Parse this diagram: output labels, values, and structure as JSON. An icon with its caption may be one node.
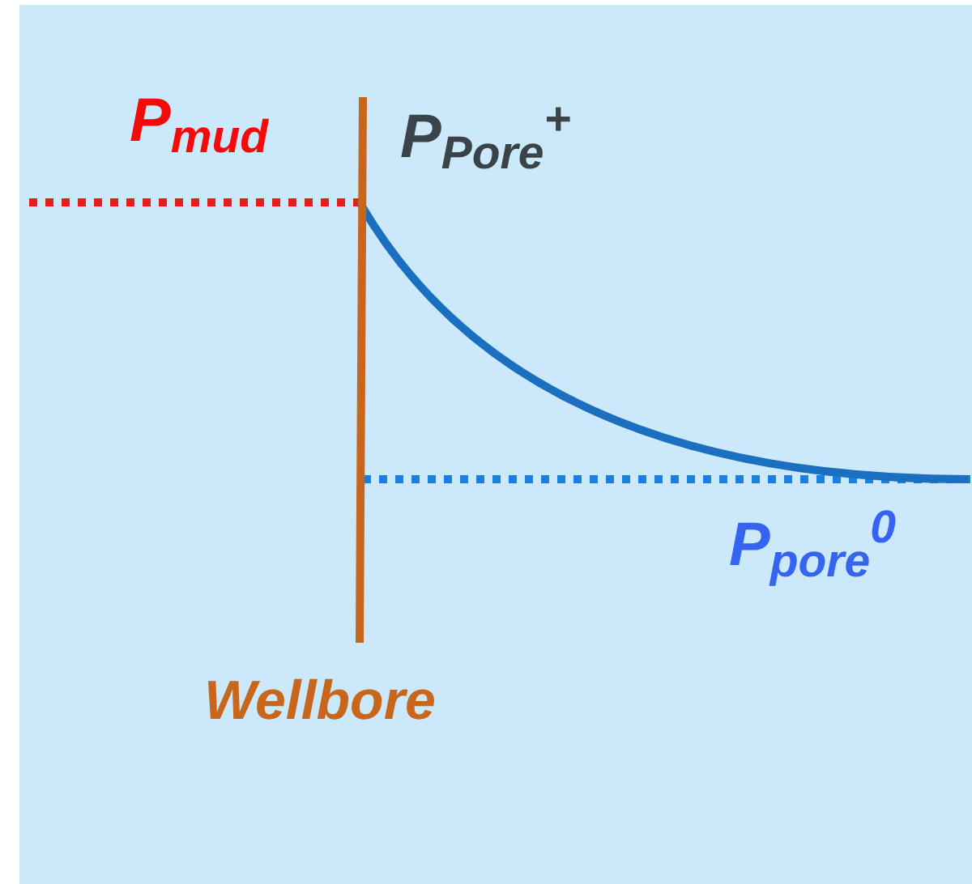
{
  "diagram": {
    "labels": [
      "P$_{mud}$",
      "P$_{Pore}$$^{+}$",
      "P$_{pore}$$^{0}$",
      "Wellbore"
    ]
  }
}
